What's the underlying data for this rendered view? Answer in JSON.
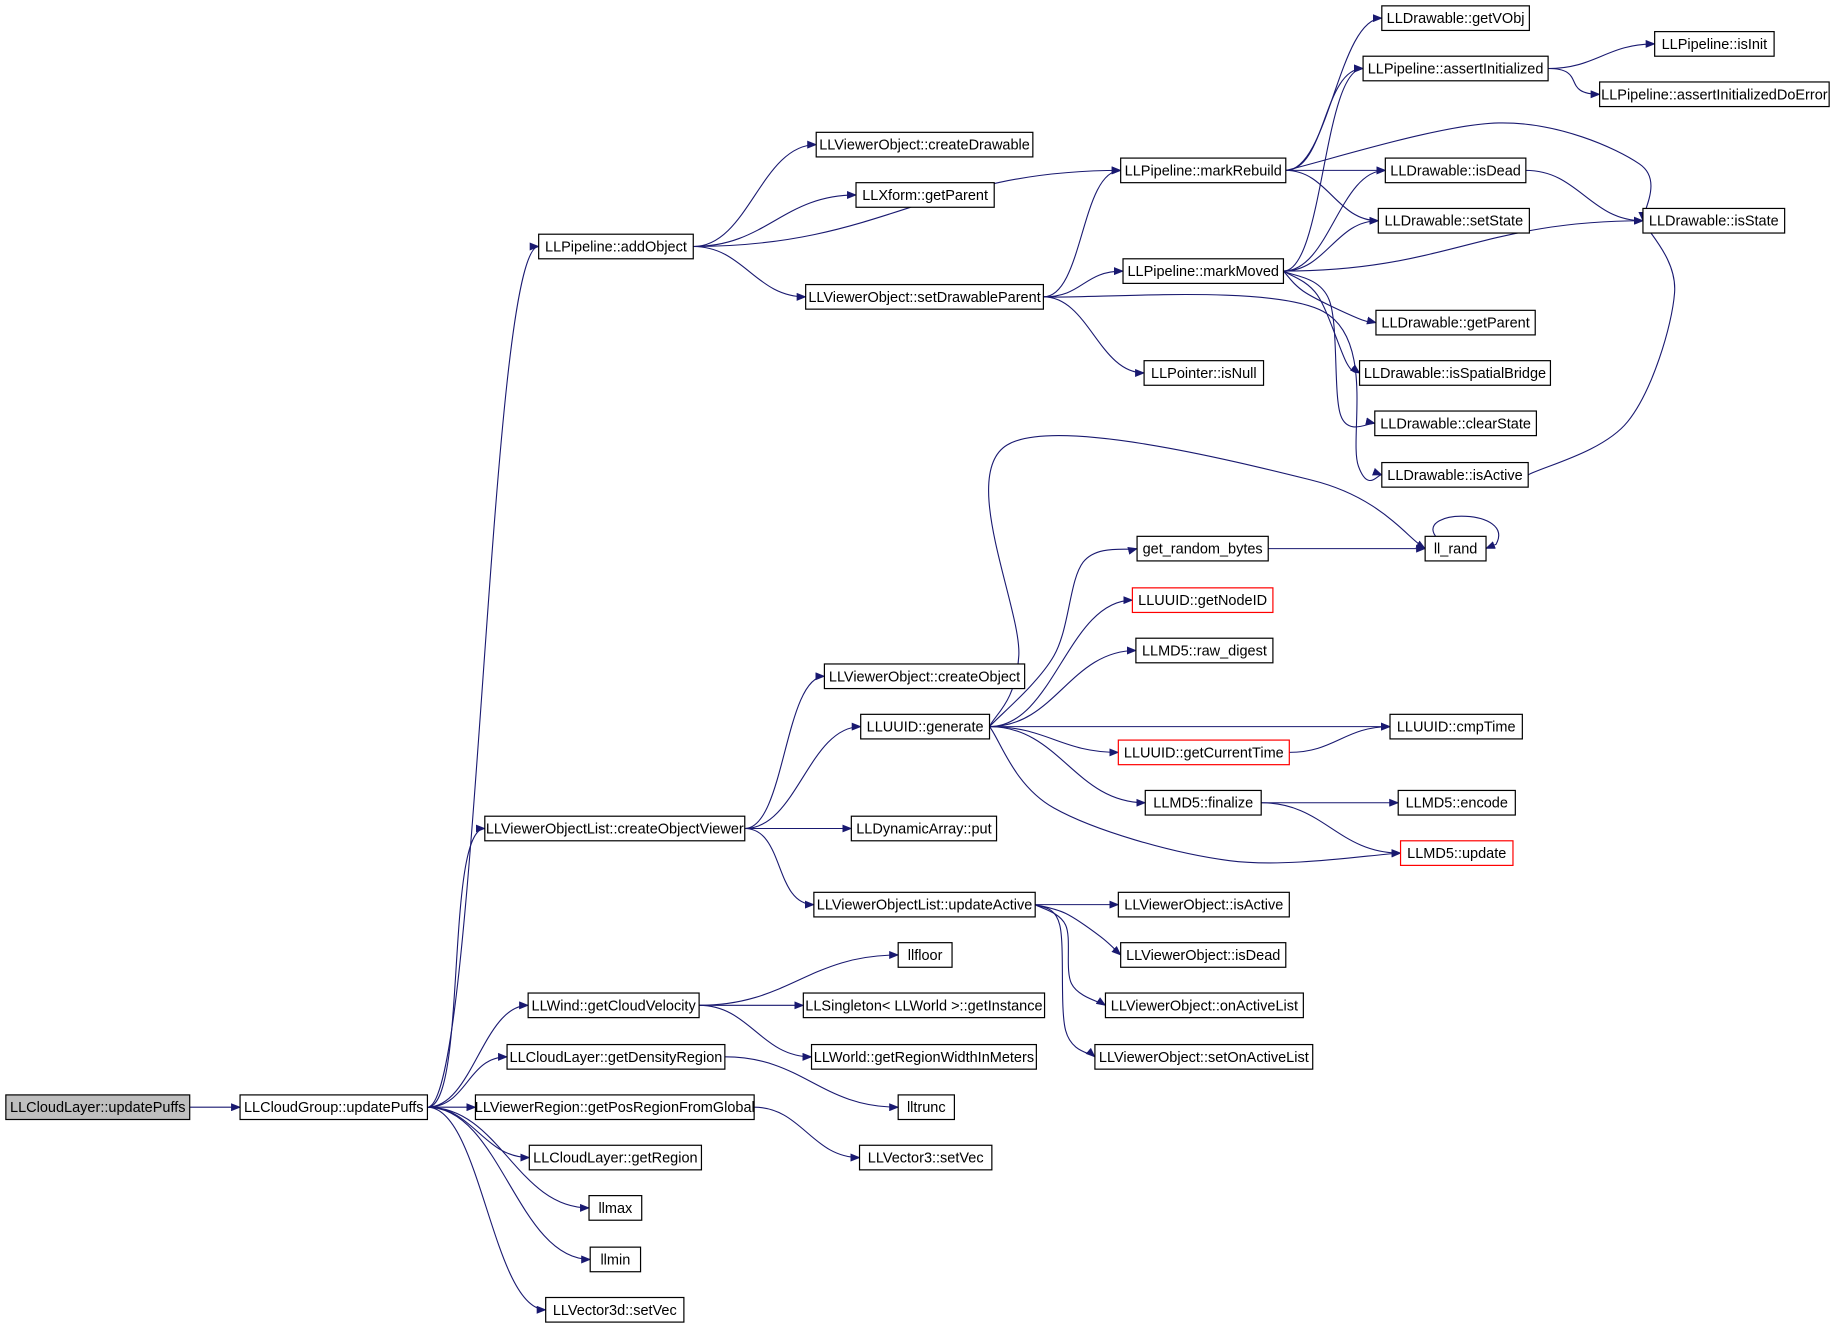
{
  "graph": {
    "edge_color": "#191970",
    "highlight_border_color": "#ff0000",
    "root_fill_color": "#bfbfbf",
    "nodes": [
      {
        "id": "n1",
        "label": "LLCloudLayer::updatePuffs"
      },
      {
        "id": "n2",
        "label": "LLCloudGroup::updatePuffs"
      },
      {
        "id": "n3",
        "label": "LLPipeline::addObject"
      },
      {
        "id": "n4",
        "label": "LLViewerObjectList::createObjectViewer"
      },
      {
        "id": "n5",
        "label": "LLWind::getCloudVelocity"
      },
      {
        "id": "n6",
        "label": "LLCloudLayer::getDensityRegion"
      },
      {
        "id": "n7",
        "label": "LLViewerRegion::getPosRegionFromGlobal"
      },
      {
        "id": "n8",
        "label": "LLCloudLayer::getRegion"
      },
      {
        "id": "n9",
        "label": "llmax"
      },
      {
        "id": "n10",
        "label": "llmin"
      },
      {
        "id": "n11",
        "label": "LLVector3d::setVec"
      },
      {
        "id": "n12",
        "label": "LLViewerObject::createDrawable"
      },
      {
        "id": "n13",
        "label": "LLXform::getParent"
      },
      {
        "id": "n14",
        "label": "LLViewerObject::setDrawableParent"
      },
      {
        "id": "n15",
        "label": "LLPipeline::markRebuild"
      },
      {
        "id": "n16",
        "label": "LLPipeline::markMoved"
      },
      {
        "id": "n17",
        "label": "LLPointer::isNull"
      },
      {
        "id": "n18",
        "label": "LLDrawable::getVObj"
      },
      {
        "id": "n19",
        "label": "LLPipeline::assertInitialized"
      },
      {
        "id": "n20",
        "label": "LLPipeline::isInit"
      },
      {
        "id": "n21",
        "label": "LLPipeline::assertInitializedDoError"
      },
      {
        "id": "n22",
        "label": "LLDrawable::isDead"
      },
      {
        "id": "n23",
        "label": "LLDrawable::setState"
      },
      {
        "id": "n24",
        "label": "LLDrawable::isState"
      },
      {
        "id": "n25",
        "label": "LLDrawable::getParent"
      },
      {
        "id": "n26",
        "label": "LLDrawable::isSpatialBridge"
      },
      {
        "id": "n27",
        "label": "LLDrawable::clearState"
      },
      {
        "id": "n28",
        "label": "LLDrawable::isActive"
      },
      {
        "id": "n29",
        "label": "LLViewerObject::createObject"
      },
      {
        "id": "n30",
        "label": "LLUUID::generate"
      },
      {
        "id": "n31",
        "label": "LLDynamicArray::put"
      },
      {
        "id": "n32",
        "label": "LLViewerObjectList::updateActive"
      },
      {
        "id": "n33",
        "label": "get_random_bytes"
      },
      {
        "id": "n34",
        "label": "ll_rand"
      },
      {
        "id": "n35",
        "label": "LLUUID::getNodeID",
        "highlight": true
      },
      {
        "id": "n36",
        "label": "LLMD5::raw_digest"
      },
      {
        "id": "n37",
        "label": "LLUUID::getCurrentTime",
        "highlight": true
      },
      {
        "id": "n38",
        "label": "LLUUID::cmpTime"
      },
      {
        "id": "n39",
        "label": "LLMD5::finalize"
      },
      {
        "id": "n40",
        "label": "LLMD5::encode"
      },
      {
        "id": "n41",
        "label": "LLMD5::update",
        "highlight": true
      },
      {
        "id": "n42",
        "label": "LLViewerObject::isActive"
      },
      {
        "id": "n43",
        "label": "LLViewerObject::isDead"
      },
      {
        "id": "n44",
        "label": "LLViewerObject::onActiveList"
      },
      {
        "id": "n45",
        "label": "LLViewerObject::setOnActiveList"
      },
      {
        "id": "n46",
        "label": "llfloor"
      },
      {
        "id": "n47",
        "label": "LLSingleton< LLWorld >::getInstance"
      },
      {
        "id": "n48",
        "label": "LLWorld::getRegionWidthInMeters"
      },
      {
        "id": "n49",
        "label": "lltrunc"
      },
      {
        "id": "n50",
        "label": "LLVector3::setVec"
      }
    ],
    "edges": [
      [
        "n1",
        "n2"
      ],
      [
        "n2",
        "n3"
      ],
      [
        "n2",
        "n4"
      ],
      [
        "n2",
        "n5"
      ],
      [
        "n2",
        "n6"
      ],
      [
        "n2",
        "n7"
      ],
      [
        "n2",
        "n8"
      ],
      [
        "n2",
        "n9"
      ],
      [
        "n2",
        "n10"
      ],
      [
        "n2",
        "n11"
      ],
      [
        "n3",
        "n12"
      ],
      [
        "n3",
        "n13"
      ],
      [
        "n3",
        "n14"
      ],
      [
        "n3",
        "n15"
      ],
      [
        "n14",
        "n15"
      ],
      [
        "n14",
        "n16"
      ],
      [
        "n14",
        "n17"
      ],
      [
        "n14",
        "n28"
      ],
      [
        "n15",
        "n18"
      ],
      [
        "n15",
        "n19"
      ],
      [
        "n15",
        "n22"
      ],
      [
        "n15",
        "n23"
      ],
      [
        "n15",
        "n24"
      ],
      [
        "n16",
        "n19"
      ],
      [
        "n16",
        "n22"
      ],
      [
        "n16",
        "n23"
      ],
      [
        "n16",
        "n24"
      ],
      [
        "n16",
        "n25"
      ],
      [
        "n16",
        "n26"
      ],
      [
        "n16",
        "n27"
      ],
      [
        "n19",
        "n20"
      ],
      [
        "n19",
        "n21"
      ],
      [
        "n22",
        "n24"
      ],
      [
        "n28",
        "n24"
      ],
      [
        "n4",
        "n29"
      ],
      [
        "n4",
        "n30"
      ],
      [
        "n4",
        "n31"
      ],
      [
        "n4",
        "n32"
      ],
      [
        "n30",
        "n33"
      ],
      [
        "n30",
        "n34"
      ],
      [
        "n30",
        "n35"
      ],
      [
        "n30",
        "n36"
      ],
      [
        "n30",
        "n37"
      ],
      [
        "n30",
        "n38"
      ],
      [
        "n30",
        "n39"
      ],
      [
        "n30",
        "n41"
      ],
      [
        "n33",
        "n34"
      ],
      [
        "n34",
        "n34"
      ],
      [
        "n37",
        "n38"
      ],
      [
        "n39",
        "n40"
      ],
      [
        "n39",
        "n41"
      ],
      [
        "n32",
        "n42"
      ],
      [
        "n32",
        "n43"
      ],
      [
        "n32",
        "n44"
      ],
      [
        "n32",
        "n45"
      ],
      [
        "n5",
        "n46"
      ],
      [
        "n5",
        "n47"
      ],
      [
        "n5",
        "n48"
      ],
      [
        "n6",
        "n49"
      ],
      [
        "n7",
        "n50"
      ]
    ]
  }
}
